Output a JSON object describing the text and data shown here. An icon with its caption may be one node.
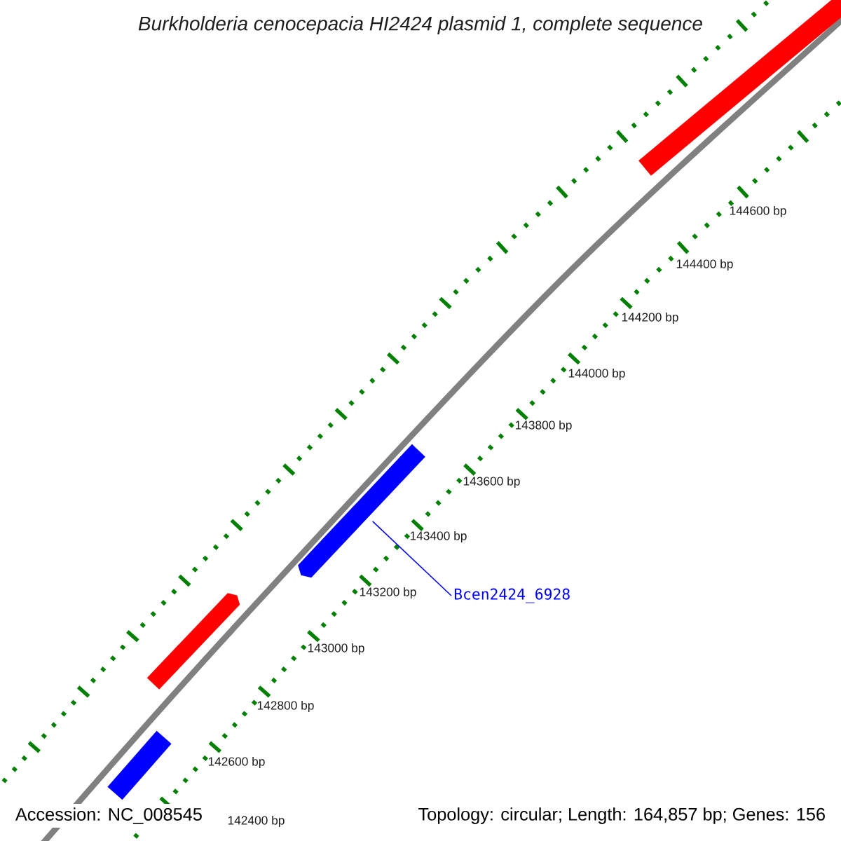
{
  "diagram": {
    "title": "Burkholderia cenocepacia HI2424 plasmid 1, complete sequence",
    "nodes": [
      {
        "text": [],
        "shape": "bar"
      },
      {
        "text": [],
        "shape": "bar"
      },
      {
        "text": [],
        "shape": "bar"
      },
      {
        "text": [],
        "shape": "bar"
      },
      {
        "text": [
          "Bcen2424_6928"
        ]
      }
    ],
    "edges": [
      {
        "from": 4,
        "to": 1,
        "arrow": "none",
        "color": "#0000ff"
      }
    ],
    "labels": [
      "144600 bp",
      "144400 bp",
      "144200 bp",
      "144000 bp",
      "143800 bp",
      "143600 bp",
      "143400 bp",
      "143200 bp",
      "143000 bp",
      "142800 bp",
      "142600 bp",
      "142400 bp",
      "Accession: NC_008545",
      "Topology: circular; Length: 164,857 bp; Genes: 156"
    ]
  }
}
